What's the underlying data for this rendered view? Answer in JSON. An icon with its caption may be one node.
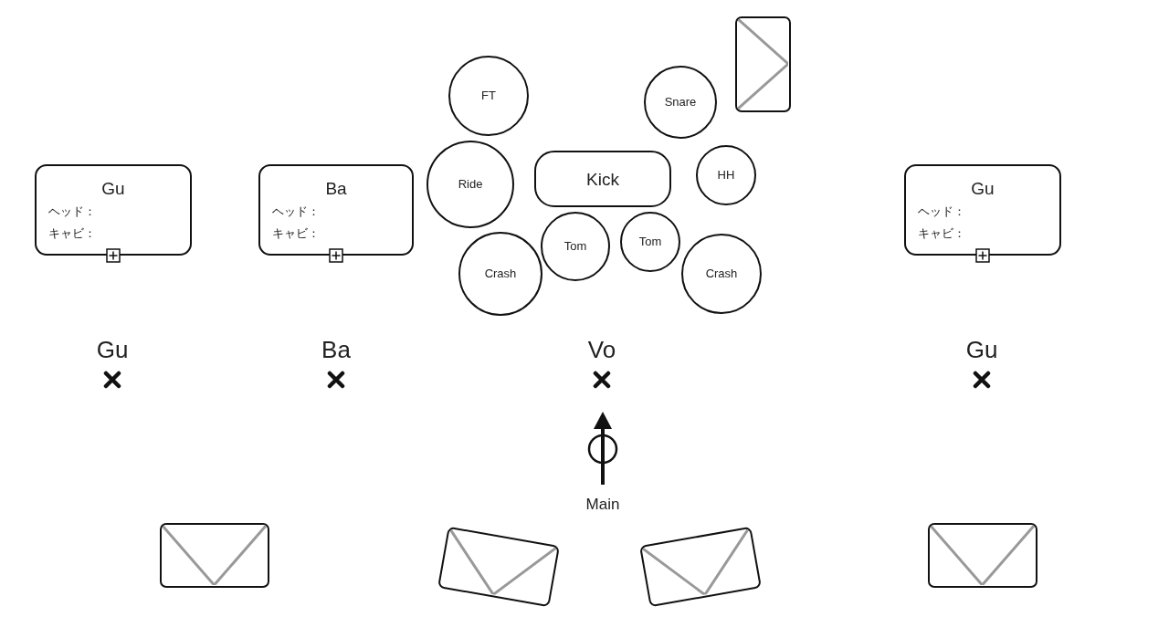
{
  "diagram": {
    "nodes": [
      {
        "text": [
          "Gu",
          "ヘッド：",
          "キャビ："
        ]
      },
      {
        "text": [
          "Ba",
          "ヘッド：",
          "キャビ："
        ]
      },
      {
        "text": [
          "FT"
        ]
      },
      {
        "text": [
          "Snare"
        ]
      },
      {
        "text": [
          "Ride"
        ]
      },
      {
        "text": [
          "Kick"
        ]
      },
      {
        "text": [
          "HH"
        ]
      },
      {
        "text": [
          "Tom"
        ]
      },
      {
        "text": [
          "Tom"
        ]
      },
      {
        "text": [
          "Crash"
        ]
      },
      {
        "text": [
          "Crash"
        ]
      },
      {
        "text": [
          "Gu",
          "ヘッド：",
          "キャビ："
        ]
      },
      {
        "text": [],
        "shape": "box"
      },
      {
        "text": [],
        "shape": "box"
      },
      {
        "text": [],
        "shape": "box"
      },
      {
        "text": [],
        "shape": "box"
      },
      {
        "text": [],
        "shape": "box"
      }
    ],
    "labels": [
      "Gu",
      "Ba",
      "Vo",
      "Gu",
      "Main"
    ]
  }
}
